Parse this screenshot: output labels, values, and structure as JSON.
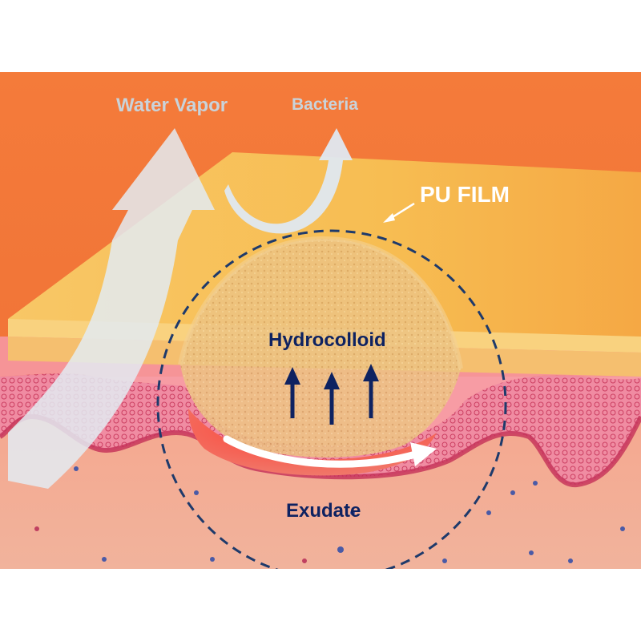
{
  "diagram": {
    "labels": {
      "water_vapor": "Water Vapor",
      "bacteria": "Bacteria",
      "pu_film": "PU FILM",
      "hydrocolloid": "Hydrocolloid",
      "exudate": "Exudate"
    },
    "colors": {
      "background_skin": "#f07a3a",
      "pu_film": "#f7bf55",
      "dermis": "#f4a48c",
      "epidermis": "#e45a7a",
      "hydrocolloid": "#e9c27a",
      "navy_text": "#0e2261",
      "light_arrow": "#dfe8f0",
      "label_light": "#c9d3da",
      "wound_red": "#e23c3c"
    }
  }
}
